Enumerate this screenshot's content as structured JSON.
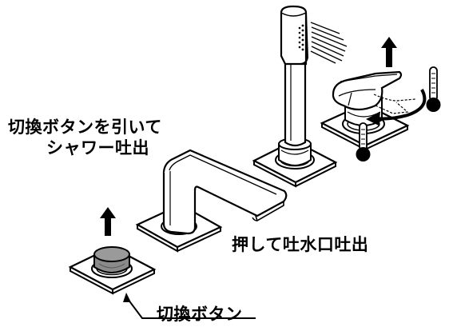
{
  "labels": {
    "shower_line1": "切換ボタンを引いて",
    "shower_line2": "シャワー吐出",
    "spout": "押して吐水口吐出",
    "switch_button": "切換ボタン"
  },
  "colors": {
    "ink": "#000000",
    "button_cap": "#8a8a8a",
    "background": "#ffffff"
  },
  "icons": {
    "hot": "thermometer-hot-icon",
    "cold": "thermometer-cold-icon",
    "up": "up-arrow-icon",
    "rotate": "curved-arrow-icon"
  }
}
